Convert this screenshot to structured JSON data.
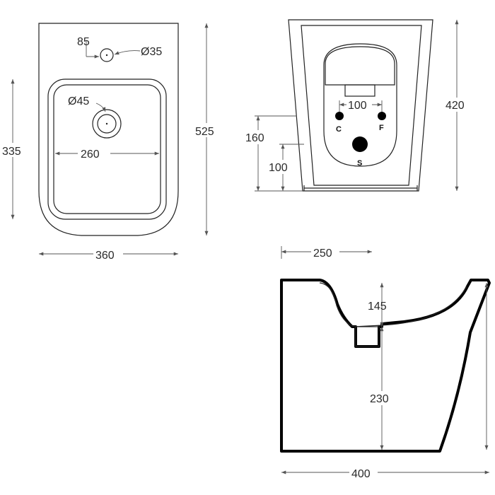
{
  "colors": {
    "line": "#222222",
    "dimension": "#555555",
    "fill_dark": "#000000",
    "background": "#ffffff"
  },
  "top_view": {
    "tap_offset": "85",
    "tap_hole": "Ø35",
    "drain_hole": "Ø45",
    "bowl_width": "260",
    "bowl_length": "335",
    "total_length": "525",
    "total_width": "360"
  },
  "back_view": {
    "height": "420",
    "connection_spacing": "100",
    "connection_height": "160",
    "waste_height": "100",
    "cold_label": "C",
    "hot_label": "F",
    "waste_label": "S"
  },
  "side_view": {
    "depth_top": "250",
    "bowl_depth": "145",
    "drain_height": "230",
    "total_depth": "400"
  }
}
